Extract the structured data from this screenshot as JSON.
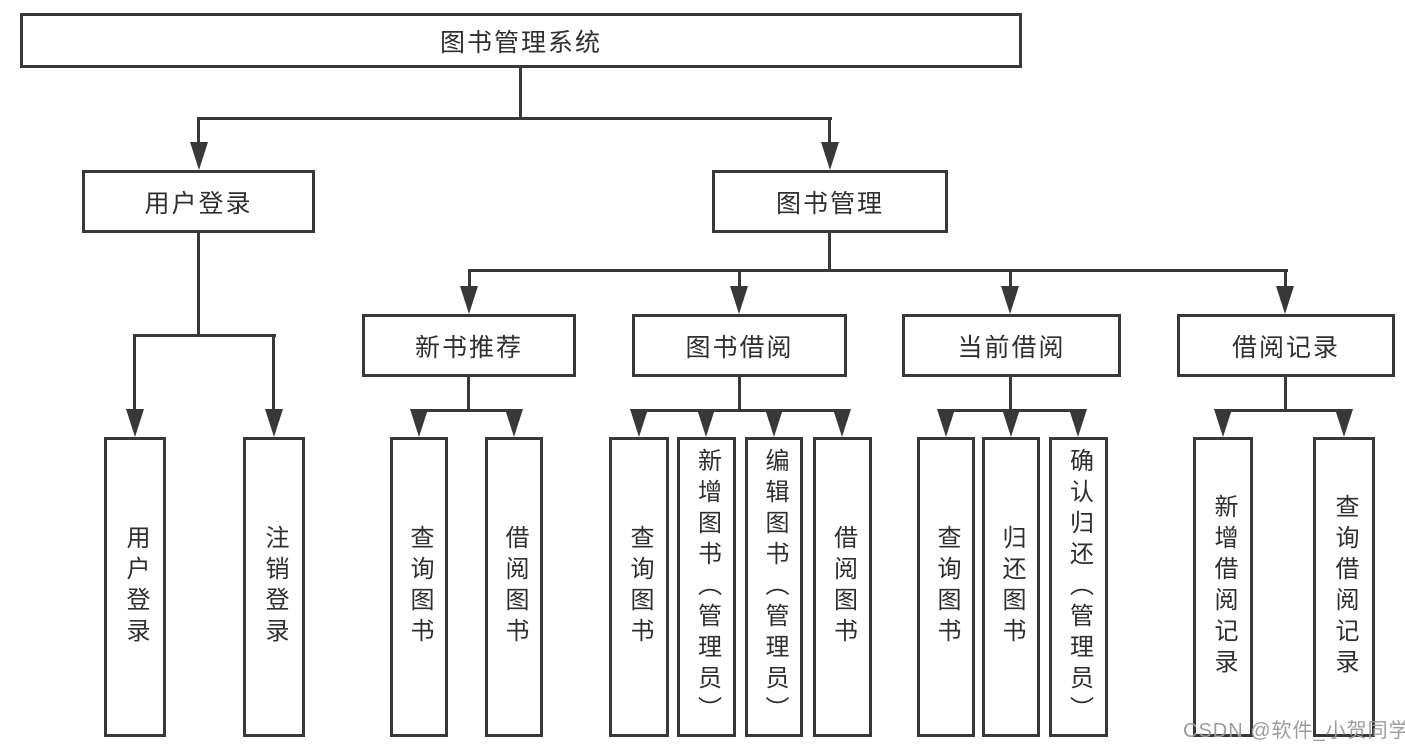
{
  "diagram": {
    "type": "tree-structure-diagram",
    "title": "图书管理系统",
    "watermark": "CSDN @软件_小贺同学",
    "colors": {
      "line": "#383838",
      "text": "#2f2f2f",
      "background": "#ffffff",
      "watermark": "#9c9c9c"
    },
    "tree": {
      "label": "图书管理系统",
      "children": [
        {
          "label": "用户登录",
          "children": [
            {
              "label": "用户登录"
            },
            {
              "label": "注销登录"
            }
          ]
        },
        {
          "label": "图书管理",
          "children": [
            {
              "label": "新书推荐",
              "children": [
                {
                  "label": "查询图书"
                },
                {
                  "label": "借阅图书"
                }
              ]
            },
            {
              "label": "图书借阅",
              "children": [
                {
                  "label": "查询图书"
                },
                {
                  "label": "新增图书（管理员）"
                },
                {
                  "label": "编辑图书（管理员）"
                },
                {
                  "label": "借阅图书"
                }
              ]
            },
            {
              "label": "当前借阅",
              "children": [
                {
                  "label": "查询图书"
                },
                {
                  "label": "归还图书"
                },
                {
                  "label": "确认归还（管理员）"
                }
              ]
            },
            {
              "label": "借阅记录",
              "children": [
                {
                  "label": "新增借阅记录"
                },
                {
                  "label": "查询借阅记录"
                }
              ]
            }
          ]
        }
      ]
    }
  }
}
